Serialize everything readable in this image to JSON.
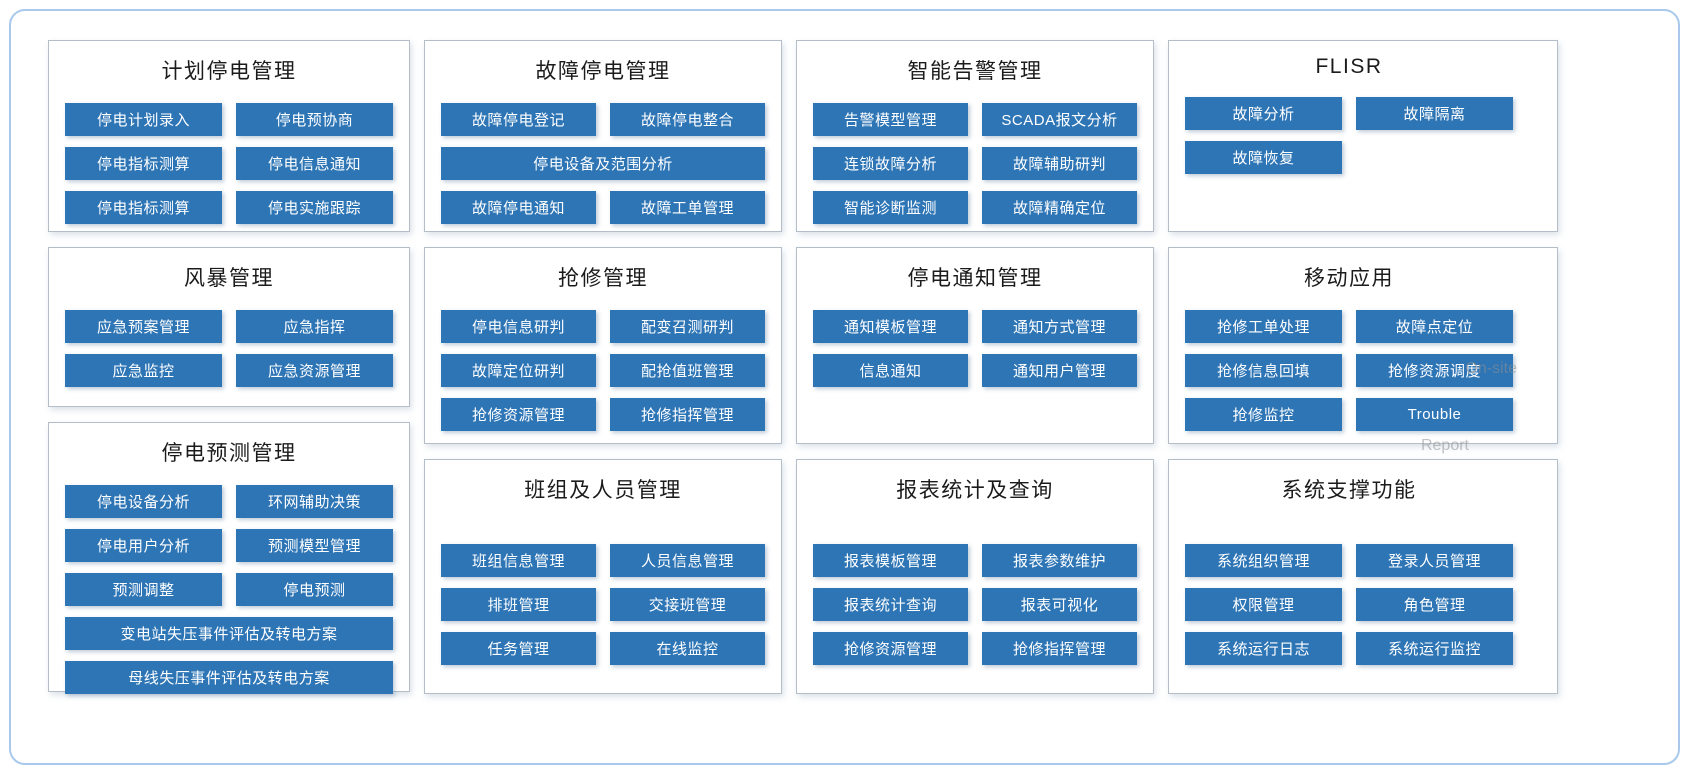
{
  "colors": {
    "button_bg": "#2e75b6",
    "button_text": "#ffffff",
    "panel_border": "#b4bec9",
    "frame_border": "#a9c9ec",
    "title_text": "#1b1b1b"
  },
  "panels": [
    {
      "id": "planned-outage",
      "title": "计划停电管理",
      "buttons": [
        "停电计划录入",
        "停电预协商",
        "停电指标测算",
        "停电信息通知",
        "停电指标测算",
        "停电实施跟踪"
      ]
    },
    {
      "id": "fault-outage",
      "title": "故障停电管理",
      "buttons": [
        "故障停电登记",
        "故障停电整合",
        "停电设备及范围分析",
        "故障停电通知",
        "故障工单管理"
      ]
    },
    {
      "id": "smart-alarm",
      "title": "智能告警管理",
      "buttons": [
        "告警模型管理",
        "SCADA报文分析",
        "连锁故障分析",
        "故障辅助研判",
        "智能诊断监测",
        "故障精确定位"
      ]
    },
    {
      "id": "flisr",
      "title": "FLISR",
      "buttons": [
        "故障分析",
        "故障隔离",
        "故障恢复"
      ]
    },
    {
      "id": "storm",
      "title": "风暴管理",
      "buttons": [
        "应急预案管理",
        "应急指挥",
        "应急监控",
        "应急资源管理"
      ]
    },
    {
      "id": "repair",
      "title": "抢修管理",
      "buttons": [
        "停电信息研判",
        "配变召测研判",
        "故障定位研判",
        "配抢值班管理",
        "抢修资源管理",
        "抢修指挥管理"
      ]
    },
    {
      "id": "outage-notice",
      "title": "停电通知管理",
      "buttons": [
        "通知模板管理",
        "通知方式管理",
        "信息通知",
        "通知用户管理"
      ]
    },
    {
      "id": "mobile-app",
      "title": "移动应用",
      "buttons": [
        "抢修工单处理",
        "故障点定位",
        "抢修信息回填",
        "抢修资源调度",
        "抢修监控",
        "Trouble"
      ],
      "ghost_labels": [
        "On-site",
        "Report"
      ]
    },
    {
      "id": "outage-forecast",
      "title": "停电预测管理",
      "buttons": [
        "停电设备分析",
        "环网辅助决策",
        "停电用户分析",
        "预测模型管理",
        "预测调整",
        "停电预测",
        "变电站失压事件评估及转电方案",
        "母线失压事件评估及转电方案"
      ]
    },
    {
      "id": "team-personnel",
      "title": "班组及人员管理",
      "buttons": [
        "班组信息管理",
        "人员信息管理",
        "排班管理",
        "交接班管理",
        "任务管理",
        "在线监控"
      ]
    },
    {
      "id": "report-query",
      "title": "报表统计及查询",
      "buttons": [
        "报表模板管理",
        "报表参数维护",
        "报表统计查询",
        "报表可视化",
        "抢修资源管理",
        "抢修指挥管理"
      ]
    },
    {
      "id": "system-support",
      "title": "系统支撑功能",
      "buttons": [
        "系统组织管理",
        "登录人员管理",
        "权限管理",
        "角色管理",
        "系统运行日志",
        "系统运行监控"
      ]
    }
  ]
}
